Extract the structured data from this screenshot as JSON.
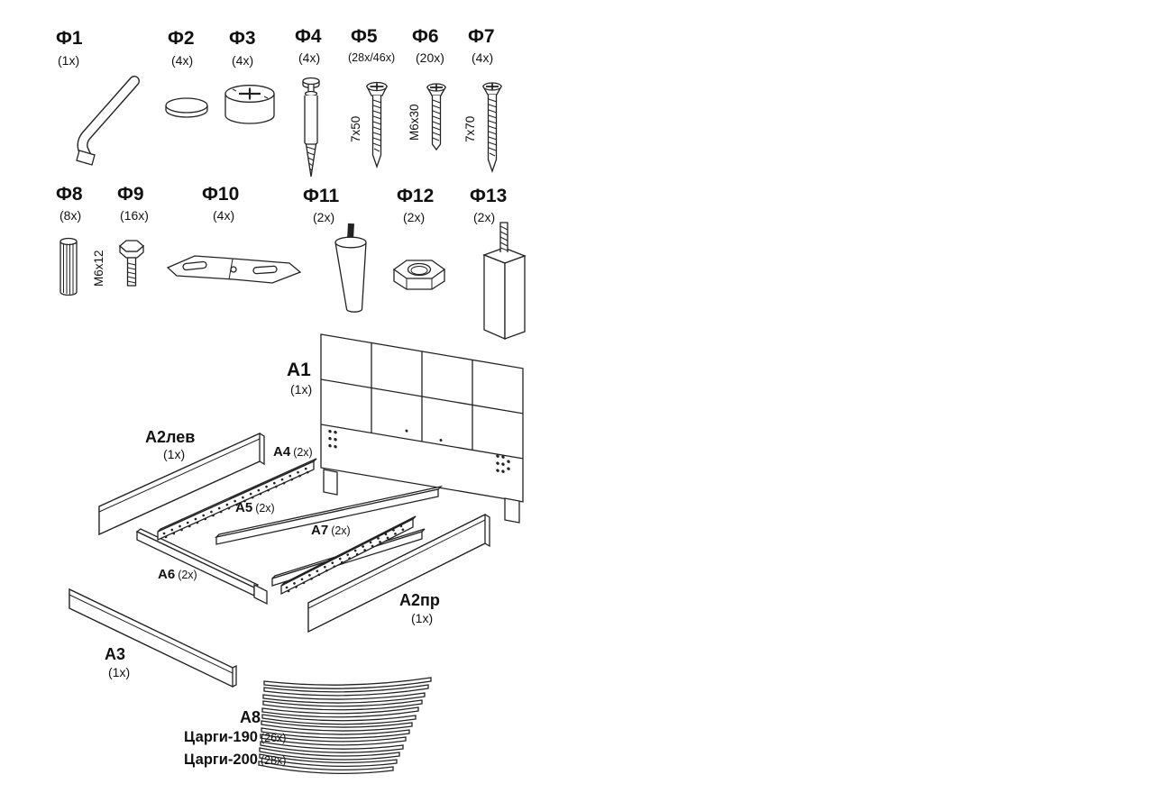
{
  "hardware": {
    "f1": {
      "id": "Ф1",
      "count": "(1x)"
    },
    "f2": {
      "id": "Ф2",
      "count": "(4x)"
    },
    "f3": {
      "id": "Ф3",
      "count": "(4x)"
    },
    "f4": {
      "id": "Ф4",
      "count": "(4x)"
    },
    "f5": {
      "id": "Ф5",
      "count": "(28x/46x)",
      "size": "7x50"
    },
    "f6": {
      "id": "Ф6",
      "count": "(20x)",
      "size": "M6x30"
    },
    "f7": {
      "id": "Ф7",
      "count": "(4x)",
      "size": "7x70"
    },
    "f8": {
      "id": "Ф8",
      "count": "(8x)"
    },
    "f9": {
      "id": "Ф9",
      "count": "(16x)",
      "size": "M6x12"
    },
    "f10": {
      "id": "Ф10",
      "count": "(4x)"
    },
    "f11": {
      "id": "Ф11",
      "count": "(2x)"
    },
    "f12": {
      "id": "Ф12",
      "count": "(2x)"
    },
    "f13": {
      "id": "Ф13",
      "count": "(2x)"
    }
  },
  "panels": {
    "a1": {
      "id": "A1",
      "count": "(1x)"
    },
    "a2l": {
      "id": "А2лев",
      "count": "(1x)"
    },
    "a2r": {
      "id": "А2пр",
      "count": "(1x)"
    },
    "a3": {
      "id": "A3",
      "count": "(1x)"
    },
    "a4": {
      "id": "A4",
      "count": "(2x)"
    },
    "a5": {
      "id": "A5",
      "count": "(2x)"
    },
    "a6": {
      "id": "A6",
      "count": "(2x)"
    },
    "a7": {
      "id": "A7",
      "count": "(2x)"
    },
    "a8": {
      "id": "A8",
      "slat190_name": "Царги-190",
      "slat190_count": "(26x)",
      "slat200_name": "Царги-200",
      "slat200_count": "(28x)"
    }
  }
}
